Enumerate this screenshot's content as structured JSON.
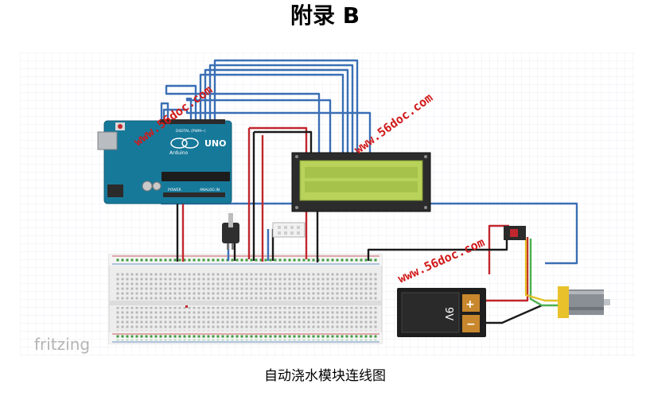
{
  "page": {
    "heading": "附录 B",
    "caption": "自动浇水模块连线图"
  },
  "diagram": {
    "watermark_text": "www.56doc.com",
    "brand_mark": "fritzing",
    "arduino": {
      "board_name": "UNO",
      "brand": "Arduino",
      "digital_label": "DIGITAL (PWM~)",
      "analog_label": "ANALOG IN",
      "power_label": "POWER"
    },
    "battery": {
      "voltage": "9V",
      "plus": "+",
      "minus": "−"
    },
    "colors": {
      "wire_blue": "#3a6fb5",
      "wire_red": "#c1272d",
      "wire_black": "#1a1a1a",
      "wire_green": "#4caf50",
      "wire_yellow": "#e3c12a",
      "board_teal": "#17799a",
      "lcd_green": "#b9d35a",
      "watermark_red": "#d11a1a"
    }
  }
}
